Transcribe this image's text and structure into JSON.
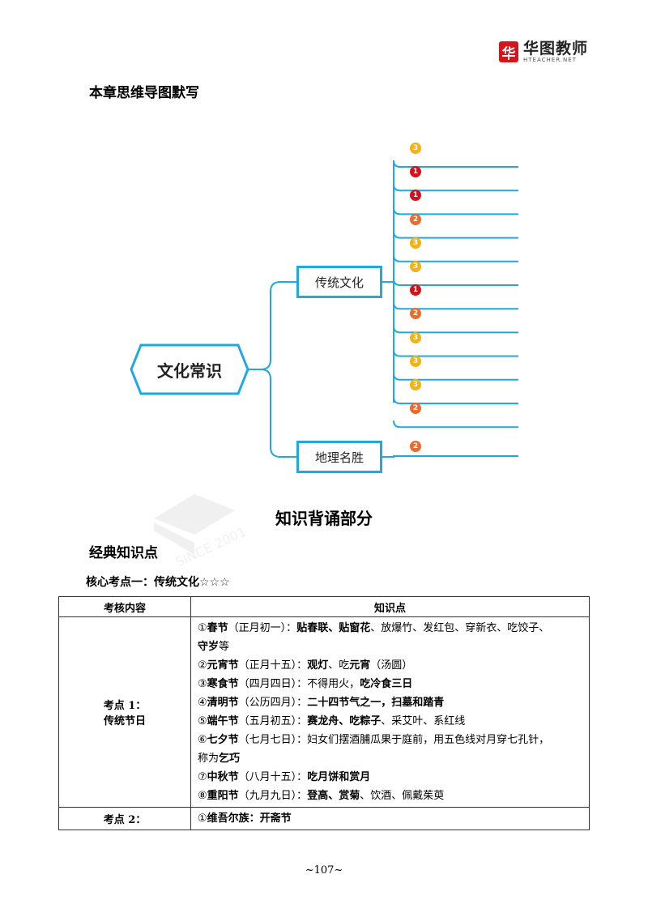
{
  "header": {
    "logo_mark": "华",
    "logo_name": "华图教师",
    "logo_sub": "HTEACHER.NET"
  },
  "section_title": "本章思维导图默写",
  "mindmap": {
    "root": "文化常识",
    "branches": [
      {
        "label": "传统文化",
        "badges": [
          "3",
          "1",
          "1",
          "2",
          "3",
          "3",
          "1",
          "2",
          "3",
          "3",
          "3",
          "2"
        ]
      },
      {
        "label": "地理名胜",
        "badges": [
          "2"
        ]
      }
    ],
    "badge_colors": {
      "1": "#d0141b",
      "2": "#ec6a2b",
      "3": "#f4b213"
    }
  },
  "watermark_text": "SINCE 2001",
  "part_title": "知识背诵部分",
  "sub_title": "经典知识点",
  "core_title": "核心考点一：传统文化",
  "core_stars": "☆☆☆",
  "table": {
    "headers": [
      "考核内容",
      "知识点"
    ],
    "rows": [
      {
        "left": [
          "考点 1：",
          "传统节日"
        ],
        "lines": [
          [
            [
              "①",
              false
            ],
            [
              "春节",
              true
            ],
            [
              "（正月初一）：",
              false
            ],
            [
              "贴春联、贴窗花",
              true
            ],
            [
              "、放爆竹、发红包、穿新衣、吃饺子、",
              false
            ]
          ],
          [
            [
              "守岁",
              true
            ],
            [
              "等",
              false
            ]
          ],
          [
            [
              "②",
              false
            ],
            [
              "元宵节",
              true
            ],
            [
              "（正月十五）：",
              false
            ],
            [
              "观灯",
              true
            ],
            [
              "、吃",
              false
            ],
            [
              "元宵",
              true
            ],
            [
              "（汤圆）",
              false
            ]
          ],
          [
            [
              "③",
              false
            ],
            [
              "寒食节",
              true
            ],
            [
              "（四月四日）：不得用火，",
              false
            ],
            [
              "吃冷食三日",
              true
            ]
          ],
          [
            [
              "④",
              false
            ],
            [
              "清明节",
              true
            ],
            [
              "（公历四月）：",
              false
            ],
            [
              "二十四节气之一，扫墓和踏青",
              true
            ]
          ],
          [
            [
              "⑤",
              false
            ],
            [
              "端午节",
              true
            ],
            [
              "（五月初五）：",
              false
            ],
            [
              "赛龙舟、吃粽子",
              true
            ],
            [
              "、采艾叶、系红线",
              false
            ]
          ],
          [
            [
              "⑥",
              false
            ],
            [
              "七夕节",
              true
            ],
            [
              "（七月七日）：妇女们摆酒脯瓜果于庭前，用五色线对月穿七孔针，",
              false
            ]
          ],
          [
            [
              "称为",
              false
            ],
            [
              "乞巧",
              true
            ]
          ],
          [
            [
              "⑦",
              false
            ],
            [
              "中秋节",
              true
            ],
            [
              "（八月十五）：",
              false
            ],
            [
              "吃月饼和赏月",
              true
            ]
          ],
          [
            [
              "⑧",
              false
            ],
            [
              "重阳节",
              true
            ],
            [
              "（九月九日）：",
              false
            ],
            [
              "登高、赏菊",
              true
            ],
            [
              "、饮酒、佩戴茱萸",
              false
            ]
          ]
        ]
      },
      {
        "left": [
          "考点 2："
        ],
        "lines": [
          [
            [
              "①",
              false
            ],
            [
              "维吾尔族：开斋节",
              true
            ]
          ]
        ]
      }
    ]
  },
  "footer": "~107~"
}
